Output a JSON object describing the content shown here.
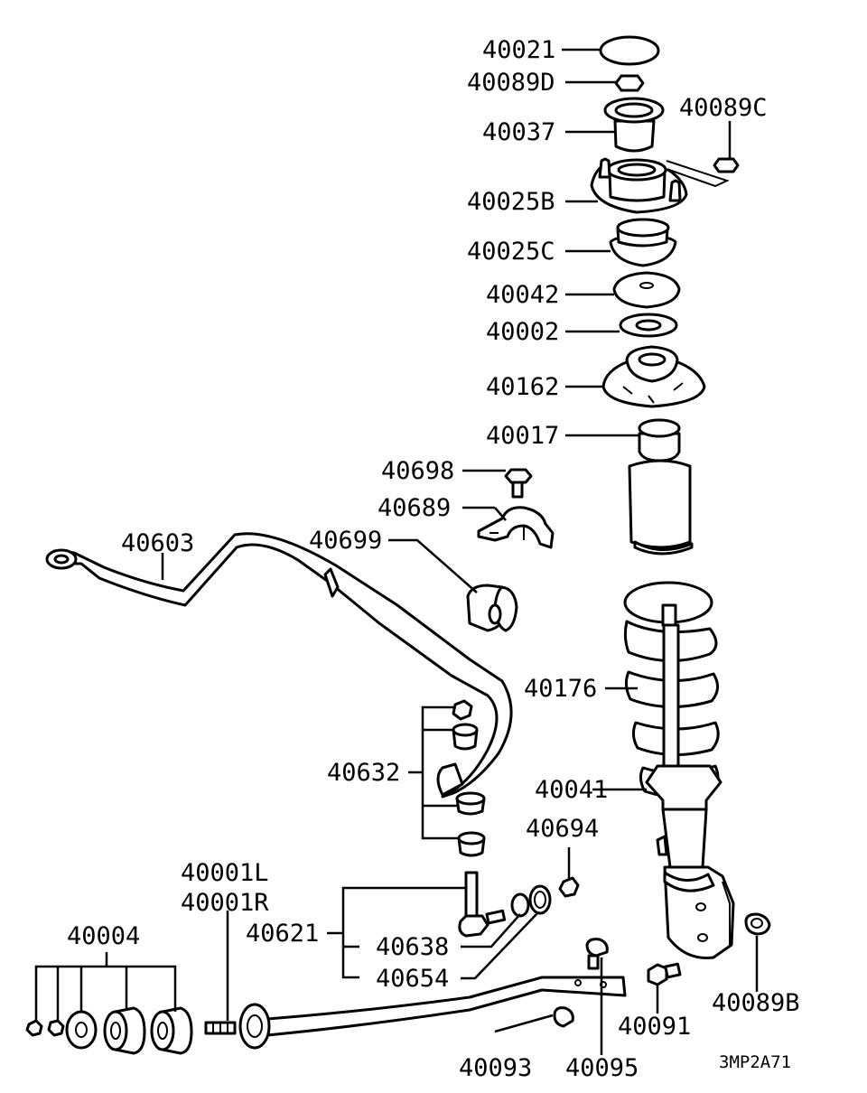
{
  "labels": {
    "p40021": "40021",
    "p40089D": "40089D",
    "p40089C": "40089C",
    "p40037": "40037",
    "p40025B": "40025B",
    "p40025C": "40025C",
    "p40042": "40042",
    "p40002": "40002",
    "p40162": "40162",
    "p40017": "40017",
    "p40698": "40698",
    "p40689": "40689",
    "p40603": "40603",
    "p40699": "40699",
    "p40176": "40176",
    "p40632": "40632",
    "p40041": "40041",
    "p40694": "40694",
    "p40001L": "40001L",
    "p40001R": "40001R",
    "p40004": "40004",
    "p40621": "40621",
    "p40638": "40638",
    "p40654": "40654",
    "p40089B": "40089B",
    "p40091": "40091",
    "p40093": "40093",
    "p40095": "40095"
  },
  "diagram_code": "3MP2A71"
}
